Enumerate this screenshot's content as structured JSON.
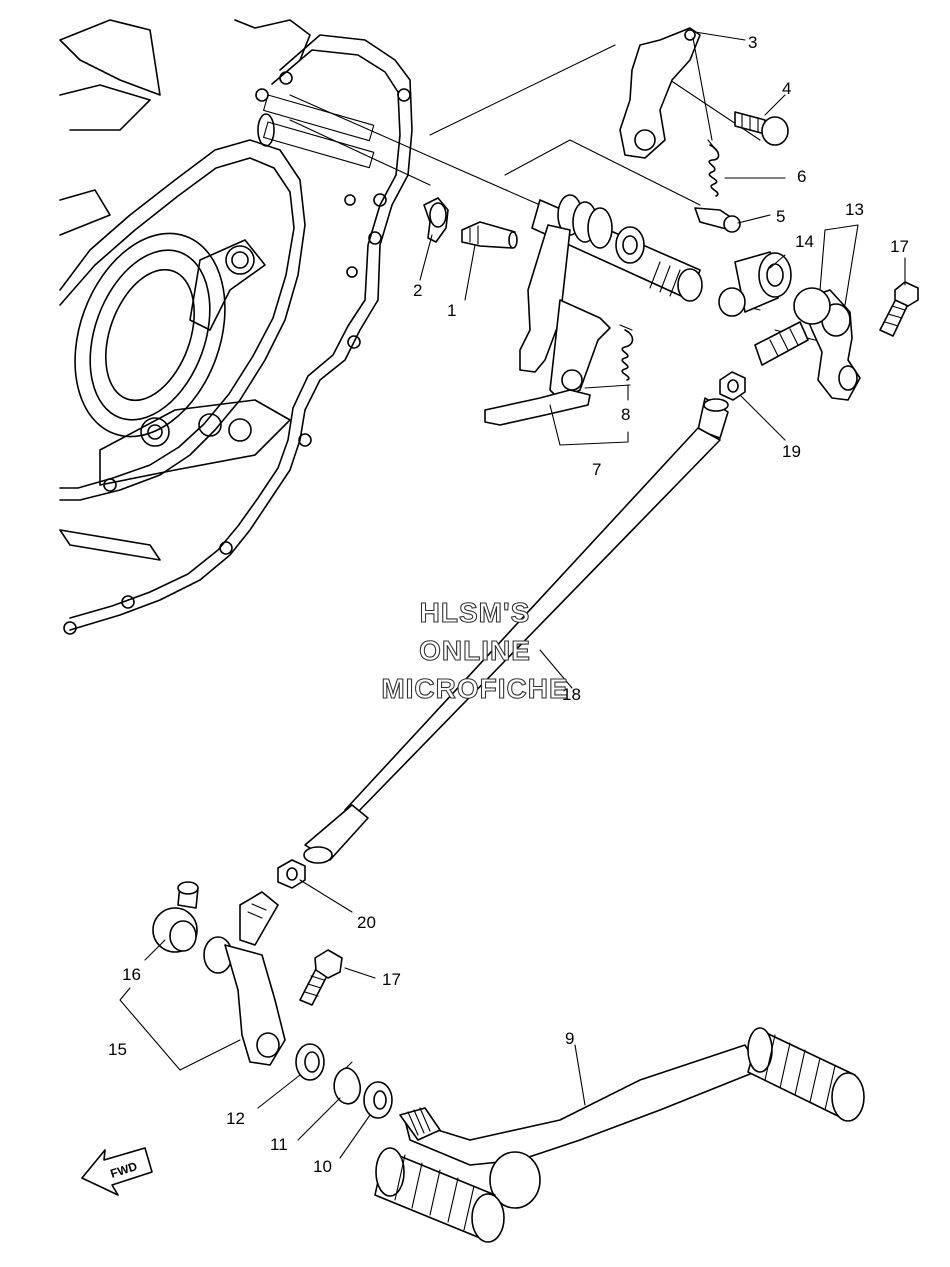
{
  "watermark": {
    "line1": "HLSM'S",
    "line2": "ONLINE",
    "line3": "MICROFICHE"
  },
  "direction_arrow": {
    "label": "FWD",
    "icon": "fwd-arrow-icon"
  },
  "callouts": [
    {
      "id": "1",
      "label": "1"
    },
    {
      "id": "2",
      "label": "2"
    },
    {
      "id": "3",
      "label": "3"
    },
    {
      "id": "4",
      "label": "4"
    },
    {
      "id": "5",
      "label": "5"
    },
    {
      "id": "6",
      "label": "6"
    },
    {
      "id": "7",
      "label": "7"
    },
    {
      "id": "8",
      "label": "8"
    },
    {
      "id": "9",
      "label": "9"
    },
    {
      "id": "10",
      "label": "10"
    },
    {
      "id": "11",
      "label": "11"
    },
    {
      "id": "12",
      "label": "12"
    },
    {
      "id": "13",
      "label": "13"
    },
    {
      "id": "14",
      "label": "14"
    },
    {
      "id": "15",
      "label": "15"
    },
    {
      "id": "16",
      "label": "16"
    },
    {
      "id": "17a",
      "label": "17"
    },
    {
      "id": "17b",
      "label": "17"
    },
    {
      "id": "18",
      "label": "18"
    },
    {
      "id": "19",
      "label": "19"
    },
    {
      "id": "20",
      "label": "20"
    }
  ]
}
